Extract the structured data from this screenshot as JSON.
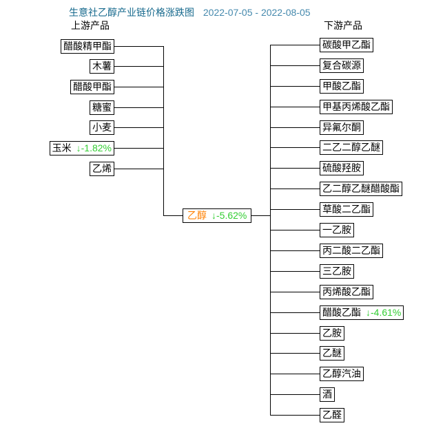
{
  "title": {
    "text": "生意社乙醇产业链价格涨跌图",
    "date_range": "2022-07-05 - 2022-08-05"
  },
  "colors": {
    "title_blue": "#15688c",
    "date_blue": "#4589ad",
    "fall_green": "#32cd32",
    "center_orange": "#ff8000",
    "line_black": "#000000"
  },
  "upstream": {
    "header": "上游产品",
    "items": [
      {
        "label": "醋酸精甲酯"
      },
      {
        "label": "木薯"
      },
      {
        "label": "醋酸甲酯"
      },
      {
        "label": "糖蜜"
      },
      {
        "label": "小麦"
      },
      {
        "label": "玉米",
        "change": "↓-1.82%"
      },
      {
        "label": "乙烯"
      }
    ]
  },
  "center": {
    "label": "乙醇",
    "change": "↓-5.62%"
  },
  "downstream": {
    "header": "下游产品",
    "items": [
      {
        "label": "碳酸甲乙酯"
      },
      {
        "label": "复合碳源"
      },
      {
        "label": "甲酸乙酯"
      },
      {
        "label": "甲基丙烯酸乙酯"
      },
      {
        "label": "异氟尔酮"
      },
      {
        "label": "二乙二醇乙醚"
      },
      {
        "label": "硫酸羟胺"
      },
      {
        "label": "乙二醇乙醚醋酸酯"
      },
      {
        "label": "草酸二乙酯"
      },
      {
        "label": "一乙胺"
      },
      {
        "label": "丙二酸二乙酯"
      },
      {
        "label": "三乙胺"
      },
      {
        "label": "丙烯酸乙酯"
      },
      {
        "label": "醋酸乙酯",
        "change": "↓-4.61%"
      },
      {
        "label": "乙胺"
      },
      {
        "label": "乙醚"
      },
      {
        "label": "乙醇汽油"
      },
      {
        "label": "酒"
      },
      {
        "label": "乙醛"
      }
    ]
  }
}
